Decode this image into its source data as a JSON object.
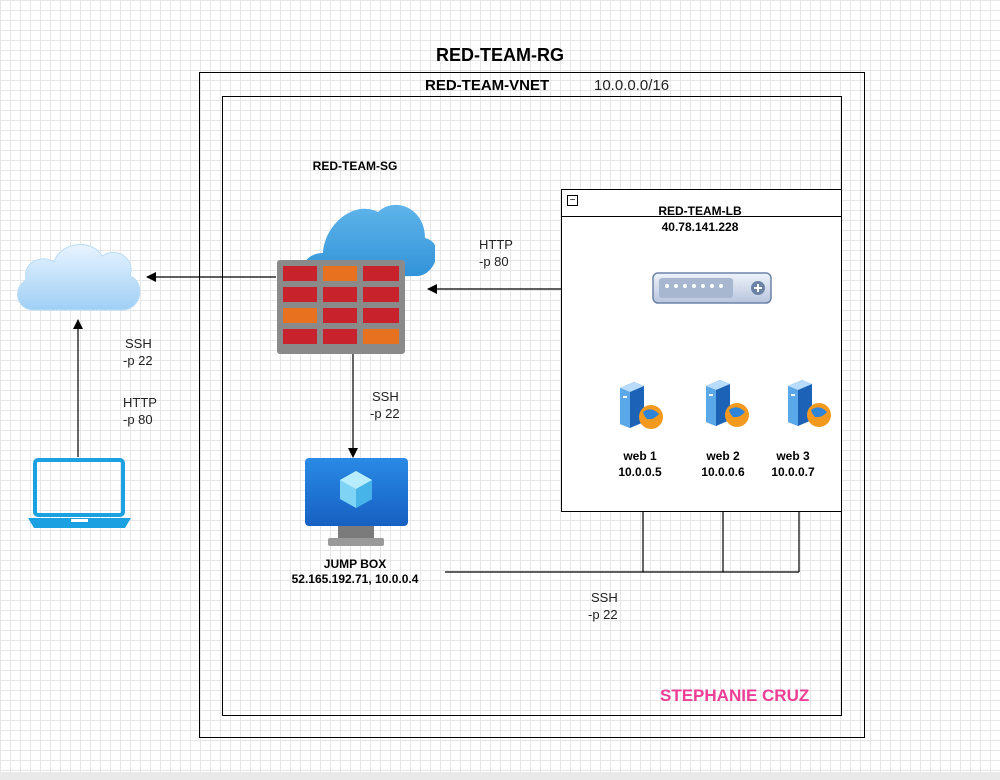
{
  "resource_group": {
    "title": "RED-TEAM-RG"
  },
  "vnet": {
    "title": "RED-TEAM-VNET",
    "cidr": "10.0.0.0/16"
  },
  "security_group": {
    "title": "RED-TEAM-SG"
  },
  "load_balancer": {
    "collapse_glyph": "−",
    "title": "RED-TEAM-LB",
    "ip": "40.78.141.228"
  },
  "web_servers": [
    {
      "name": "web 1",
      "ip": "10.0.0.5"
    },
    {
      "name": "web 2",
      "ip": "10.0.0.6"
    },
    {
      "name": "web 3",
      "ip": "10.0.0.7"
    }
  ],
  "jump_box": {
    "title": "JUMP BOX",
    "ips": "52.165.192.71, 10.0.0.4"
  },
  "connections": {
    "lb_to_firewall": {
      "proto": "HTTP",
      "port": "-p 80"
    },
    "laptop_to_cloud": {
      "ssh_proto": "SSH",
      "ssh_port": "-p 22",
      "http_proto": "HTTP",
      "http_port": "-p 80"
    },
    "firewall_to_jumpbox": {
      "proto": "SSH",
      "port": "-p 22"
    },
    "jumpbox_to_webs": {
      "proto": "SSH",
      "port": "-p 22"
    }
  },
  "author": {
    "name": "STEPHANIE CRUZ",
    "color": "#ee3d96"
  },
  "colors": {
    "firewall_red": "#c8232c",
    "firewall_orange": "#e8711f",
    "vm_blue": "#1e73d6"
  },
  "icons": [
    "cloud-icon",
    "firewall-icon",
    "laptop-icon",
    "load-balancer-icon",
    "server-icon",
    "virtual-machine-icon"
  ]
}
